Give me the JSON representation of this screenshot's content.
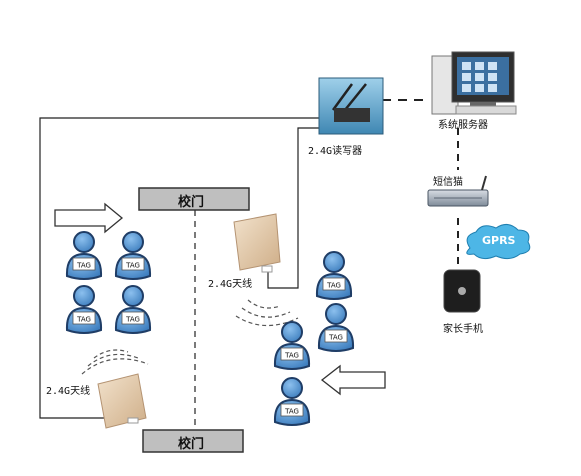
{
  "reader_label": "2.4G读写器",
  "server_label": "系统服务器",
  "sms_modem_label": "短信猫",
  "gprs_label": "GPRS",
  "phone_label": "家长手机",
  "gate_top_label": "校门",
  "gate_bottom_label": "校门",
  "antenna_right_label": "2.4G天线",
  "antenna_left_label": "2.4G天线",
  "tag_label": "TAG",
  "colors": {
    "person": "#5b9bd5",
    "person_outline": "#1f3d66",
    "gate_fill": "#bdbdbd",
    "antenna": "#e3c9a8",
    "reader": "#6aa6c8",
    "cloud": "#4db6e6",
    "line": "#222222"
  }
}
